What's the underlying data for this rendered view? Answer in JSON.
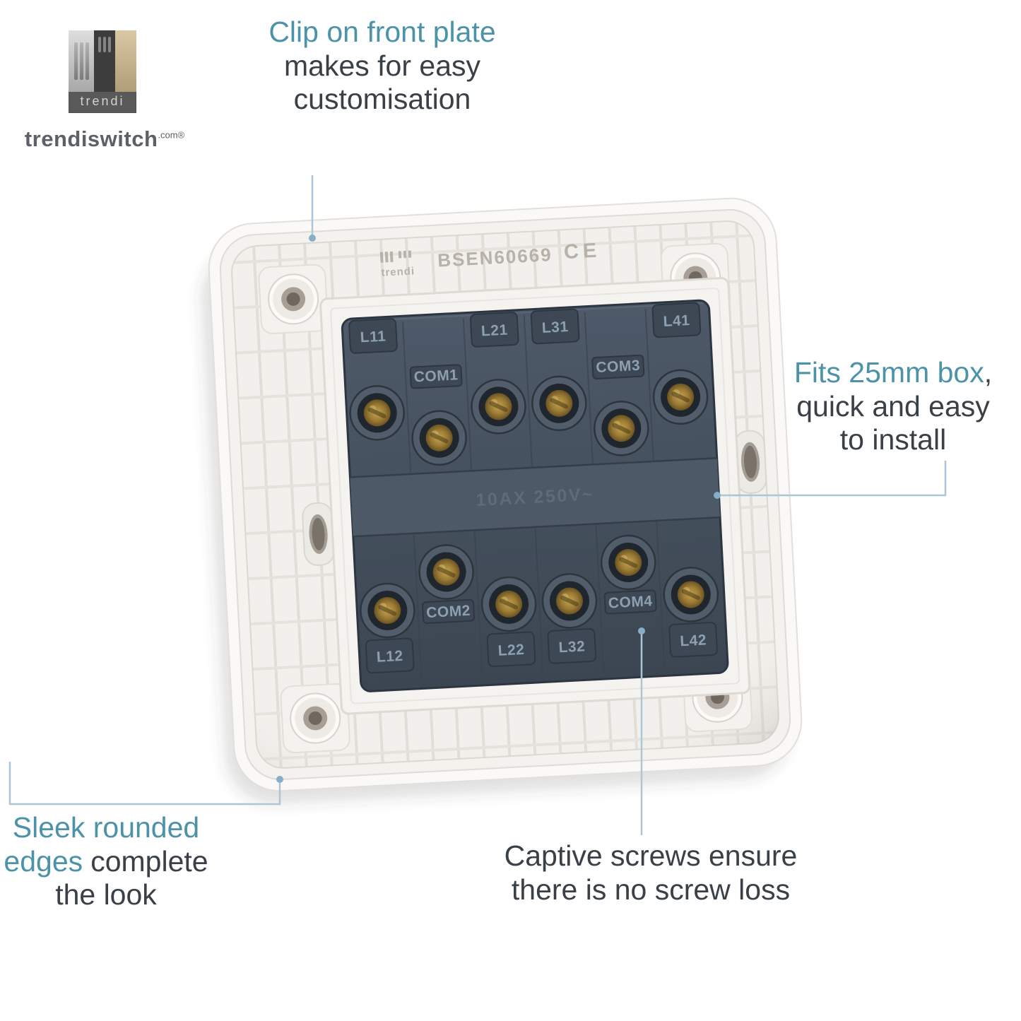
{
  "brand": {
    "logo_text": "trendi",
    "wordmark": "trendiswitch",
    "wordmark_tld": ".com",
    "registered_mark": "®"
  },
  "callouts": {
    "clip_on": {
      "highlight": "Clip on front plate",
      "line2": "makes for easy",
      "line3": "customisation"
    },
    "fits_box": {
      "highlight": "Fits 25mm box",
      "punctuation": ",",
      "line2": "quick and easy",
      "line3": "to install"
    },
    "sleek_edges": {
      "highlight_line1": "Sleek rounded",
      "highlight_line2": "edges",
      "line2_rest": "complete",
      "line3": "the look"
    },
    "captive_screws": {
      "line1": "Captive screws ensure",
      "line2": "there is no screw loss"
    }
  },
  "product": {
    "plate_markings": {
      "brand": "trendi",
      "standard": "BSEN60669",
      "certification": "CE"
    },
    "mechanism": {
      "rating": "10AX 250V~",
      "terminals_top": [
        "L11",
        "COM1",
        "L21",
        "L31",
        "COM3",
        "L41"
      ],
      "terminals_bottom": [
        "L12",
        "COM2",
        "L22",
        "L32",
        "COM4",
        "L42"
      ]
    }
  },
  "colors": {
    "accent_teal": "#4c92a8",
    "text_dark": "#3a4047",
    "leader_line": "#adc6d5",
    "leader_dot": "#85afc9",
    "mechanism_body": "#46525f",
    "brass": "#9a7b35",
    "plate_white": "#f5f3f0"
  }
}
